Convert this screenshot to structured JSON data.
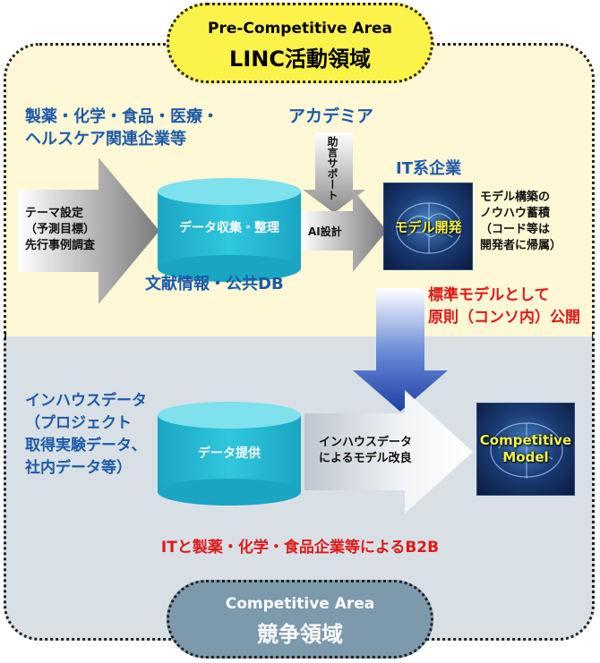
{
  "top_area": {
    "title_en": "Pre-Competitive Area",
    "title_jp": "LINC活動領域"
  },
  "bottom_area": {
    "title_en": "Competitive Area",
    "title_jp": "競争領域"
  },
  "pharma_heading": [
    "製薬・化学・食品・医療・",
    "ヘルスケア関連企業等"
  ],
  "theme_arrow": [
    "テーマ設定",
    "（予測目標）",
    "先行事例調査"
  ],
  "data_collection": "データ収集・整理",
  "literature": "文献情報・公共DB",
  "academia": "アカデミア",
  "support_label": "助言サポート",
  "ai_design": "AI設計",
  "it_company": "IT系企業",
  "model_dev": "モデル開発",
  "knowhow": [
    "モデル構築の",
    "ノウハウ蓄積",
    "（コード等は",
    "開発者に帰属）"
  ],
  "standard_model": [
    "標準モデルとして",
    "原則（コンソ内）公開"
  ],
  "inhouse_data": [
    "インハウスデータ",
    "（プロジェクト",
    "取得実験データ、",
    "社内データ等）"
  ],
  "data_provision": "データ提供",
  "model_improvement": [
    "インハウスデータ",
    "によるモデル改良"
  ],
  "competitive_model": [
    "Competitive",
    "Model"
  ],
  "b2b": "ITと製薬・化学・食品企業等によるB2B"
}
